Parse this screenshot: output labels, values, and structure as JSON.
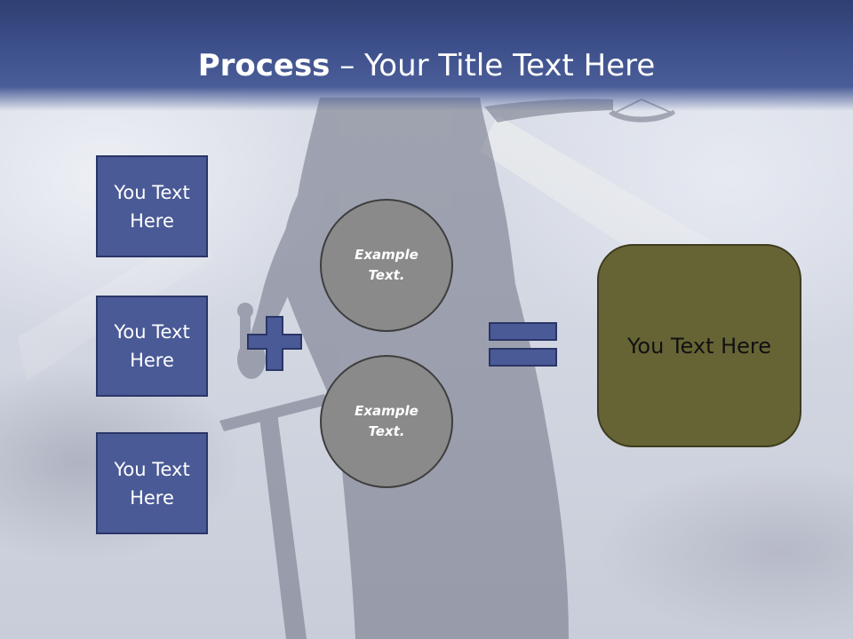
{
  "title": {
    "bold": "Process",
    "rest": " – Your Title Text Here"
  },
  "inputs": [
    {
      "text": "You Text Here"
    },
    {
      "text": "You Text Here"
    },
    {
      "text": "You Text Here"
    }
  ],
  "circles": [
    {
      "text": "Example Text."
    },
    {
      "text": "Example Text."
    }
  ],
  "result": {
    "text": "You Text Here"
  },
  "colors": {
    "title_band": "#3c4f8a",
    "box_fill": "#4a5a96",
    "box_border": "#2a3667",
    "circle_fill": "#8a8a8a",
    "result_fill": "#666435"
  }
}
